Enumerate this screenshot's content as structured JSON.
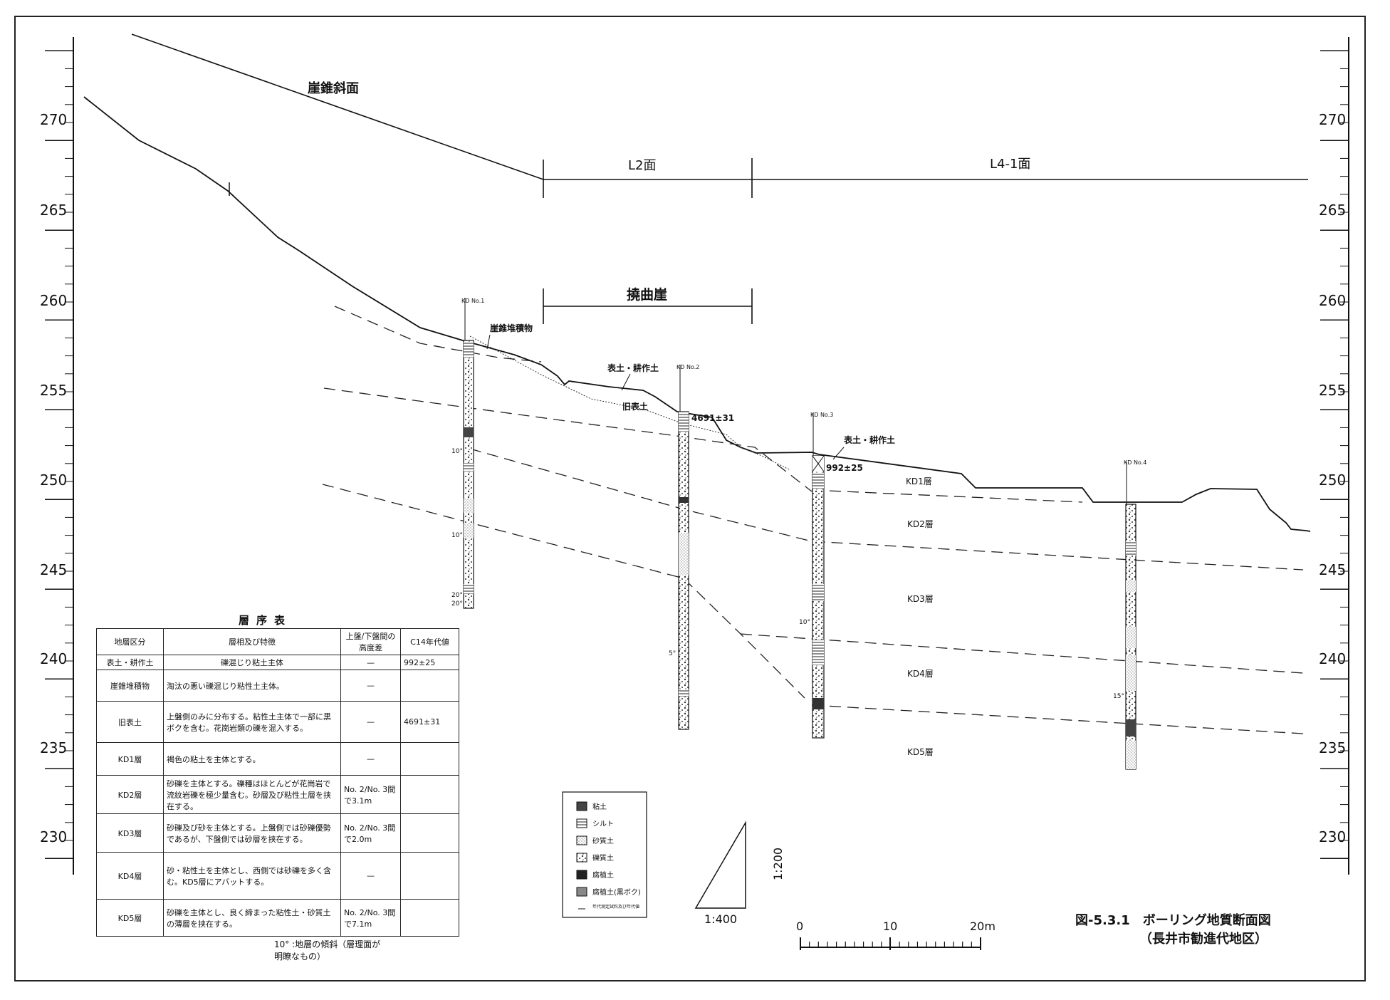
{
  "elevation_ticks": [
    "270",
    "265",
    "260",
    "255",
    "250",
    "245",
    "240",
    "235",
    "230"
  ],
  "surfaces": {
    "talus_slope": "崖錐斜面",
    "l2": "L2面",
    "l4_1": "L4-1面",
    "flexure_scarp": "撓曲崖"
  },
  "annotations": {
    "talus_deposit": "崖錐堆積物",
    "topsoil_1": "表土・耕作土",
    "old_topsoil": "旧表土",
    "topsoil_2": "表土・耕作土",
    "age_1": "4691±31",
    "age_2": "992±25"
  },
  "boreholes": [
    {
      "name": "KD No.1"
    },
    {
      "name": "KD No.2"
    },
    {
      "name": "KD No.3"
    },
    {
      "name": "KD No.4"
    }
  ],
  "dips": [
    "10°",
    "10°",
    "20°",
    "20°",
    "5°",
    "10°",
    "15°"
  ],
  "layers": [
    "KD1層",
    "KD2層",
    "KD3層",
    "KD4層",
    "KD5層"
  ],
  "strat_table": {
    "title": "層序表",
    "headers": [
      "地層区分",
      "層相及び特徴",
      "上盤/下盤間の高度差",
      "C14年代値"
    ],
    "rows": [
      {
        "unit": "表土・耕作土",
        "desc": "礫混じり粘土主体",
        "diff": "—",
        "c14": "992±25"
      },
      {
        "unit": "崖錐堆積物",
        "desc": "淘汰の悪い礫混じり粘性土主体。",
        "diff": "—",
        "c14": ""
      },
      {
        "unit": "旧表土",
        "desc": "上盤側のみに分布する。粘性土主体で一部に黒ボクを含む。花崗岩類の礫を混入する。",
        "diff": "—",
        "c14": "4691±31"
      },
      {
        "unit": "KD1層",
        "desc": "褐色の粘土を主体とする。",
        "diff": "—",
        "c14": ""
      },
      {
        "unit": "KD2層",
        "desc": "砂礫を主体とする。礫種はほとんどが花崗岩で流紋岩礫を極少量含む。砂層及び粘性土層を挟在する。",
        "diff": "No. 2/No. 3間で3.1m",
        "c14": ""
      },
      {
        "unit": "KD3層",
        "desc": "砂礫及び砂を主体とする。上盤側では砂礫優勢であるが、下盤側では砂層を挟在する。",
        "diff": "No. 2/No. 3間で2.0m",
        "c14": ""
      },
      {
        "unit": "KD4層",
        "desc": "砂・粘性土を主体とし、西側では砂礫を多く含む。KD5層にアバットする。",
        "diff": "—",
        "c14": ""
      },
      {
        "unit": "KD5層",
        "desc": "砂礫を主体とし、良く締まった粘性土・砂質土の薄層を挟在する。",
        "diff": "No. 2/No. 3間で7.1m",
        "c14": ""
      }
    ],
    "note": "10° :地層の傾斜（層理面が明瞭なもの）"
  },
  "soil_legend": [
    "粘土",
    "シルト",
    "砂質土",
    "礫質土",
    "腐植土",
    "腐植土(黒ボク)"
  ],
  "soil_legend_note": "年代測定試料及び年代値",
  "ratio": {
    "vertical": "1:200",
    "horizontal": "1:400"
  },
  "scalebar": [
    "0",
    "10",
    "20m"
  ],
  "figure": {
    "number": "図-5.3.1　ボーリング地質断面図",
    "subtitle": "（長井市勧進代地区）"
  }
}
